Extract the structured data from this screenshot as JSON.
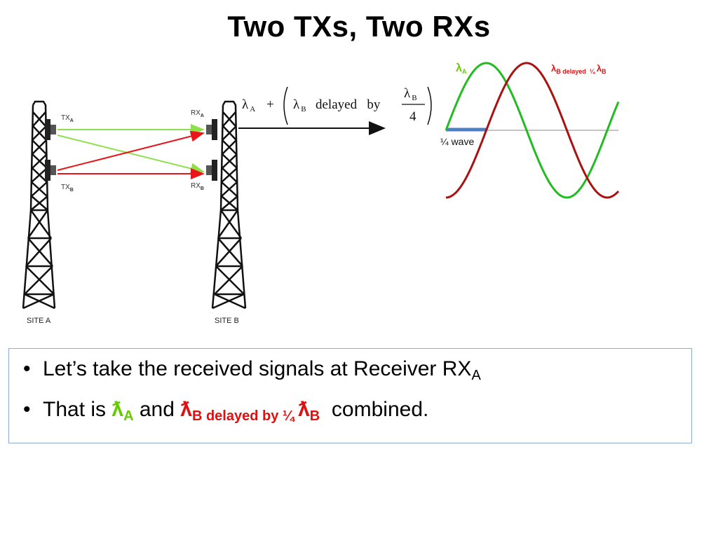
{
  "slide": {
    "title": "Two TXs, Two RXs"
  },
  "diagram": {
    "site_a_label": "SITE A",
    "site_b_label": "SITE B",
    "tx_a": {
      "main": "TX",
      "sub": "A"
    },
    "tx_b": {
      "main": "TX",
      "sub": "B"
    },
    "rx_a": {
      "main": "RX",
      "sub": "A"
    },
    "rx_b": {
      "main": "RX",
      "sub": "B"
    },
    "formula": {
      "lambda_a": "λ",
      "sub_a": "A",
      "plus": "+",
      "lambda_b": "λ",
      "sub_b": "B",
      "delayed_by": "delayed   by",
      "frac_num_lambda": "λ",
      "frac_num_sub": "B",
      "frac_den": "4"
    },
    "colors": {
      "green_path": "#8ee04a",
      "red_path": "#e8161b",
      "tower": "#111111",
      "arrow": "#111111"
    }
  },
  "waveform": {
    "label_a": {
      "main": "λ",
      "sub": "A"
    },
    "label_b": {
      "main": "λ",
      "sub": "B delayed  ¼ ",
      "main2": "λ",
      "sub2": "B"
    },
    "quarter_wave": "¼ wave",
    "colors": {
      "wave_a": "#22bb22",
      "wave_b": "#aa1111",
      "quarter_bar": "#4f7fc0",
      "axis": "#888888"
    }
  },
  "bullets": {
    "line1": {
      "text": "Let’s take the received signals at Receiver RX",
      "sub": "A"
    },
    "line2": {
      "prefix": "That is ",
      "lam_a": "ƛ",
      "lam_a_sub": "A",
      "and": " and ",
      "lam_b": "ƛ",
      "lam_b_sub": "B delayed by ¼ ",
      "lam_b2": "ƛ",
      "lam_b2_sub": "B",
      "suffix": "  combined."
    }
  }
}
